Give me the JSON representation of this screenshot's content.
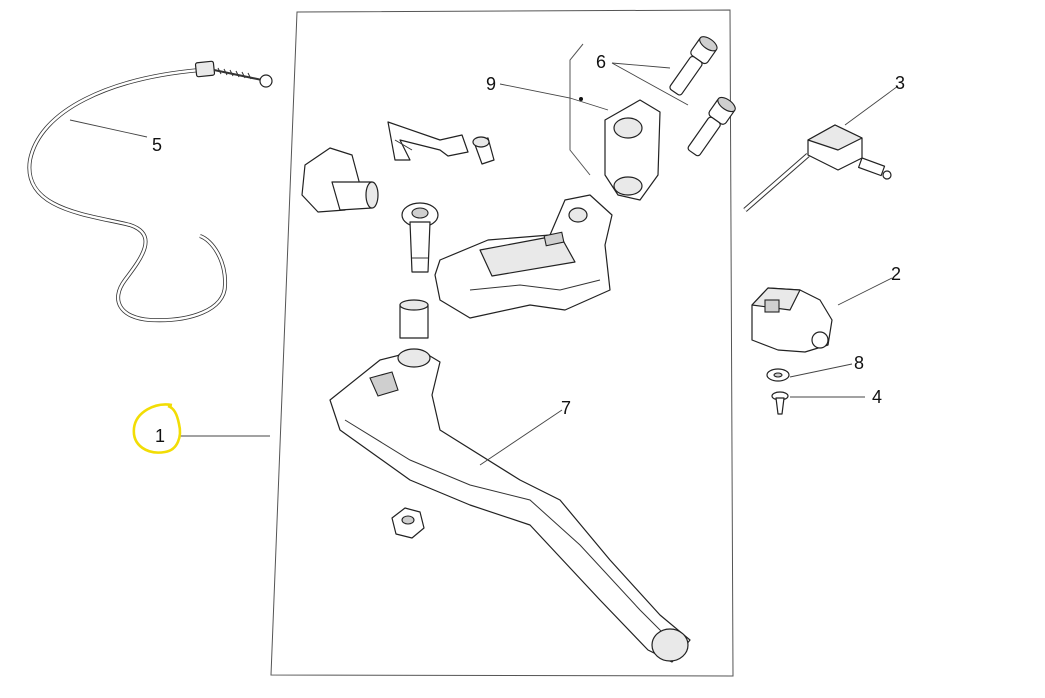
{
  "diagram": {
    "callouts": [
      {
        "id": "callout-1",
        "label": "1",
        "highlighted": true
      },
      {
        "id": "callout-2",
        "label": "2"
      },
      {
        "id": "callout-3",
        "label": "3"
      },
      {
        "id": "callout-4",
        "label": "4"
      },
      {
        "id": "callout-5",
        "label": "5"
      },
      {
        "id": "callout-6",
        "label": "6"
      },
      {
        "id": "callout-7",
        "label": "7"
      },
      {
        "id": "callout-8",
        "label": "8"
      },
      {
        "id": "callout-9",
        "label": "9"
      }
    ],
    "colors": {
      "line": "#222222",
      "highlight": "#f2dd05",
      "background": "#ffffff"
    }
  }
}
